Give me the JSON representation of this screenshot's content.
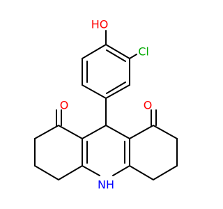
{
  "molecule": {
    "atoms": {
      "hydroxyl": {
        "text": "HO",
        "color": "#ff0000"
      },
      "chloro": {
        "text": "Cl",
        "color": "#00aa00"
      },
      "ketone_left": {
        "text": "O",
        "color": "#ff0000"
      },
      "ketone_right": {
        "text": "O",
        "color": "#ff0000"
      },
      "amine": {
        "text": "NH",
        "color": "#0000ff"
      }
    },
    "bond_color": "#000000",
    "background": "#ffffff"
  }
}
